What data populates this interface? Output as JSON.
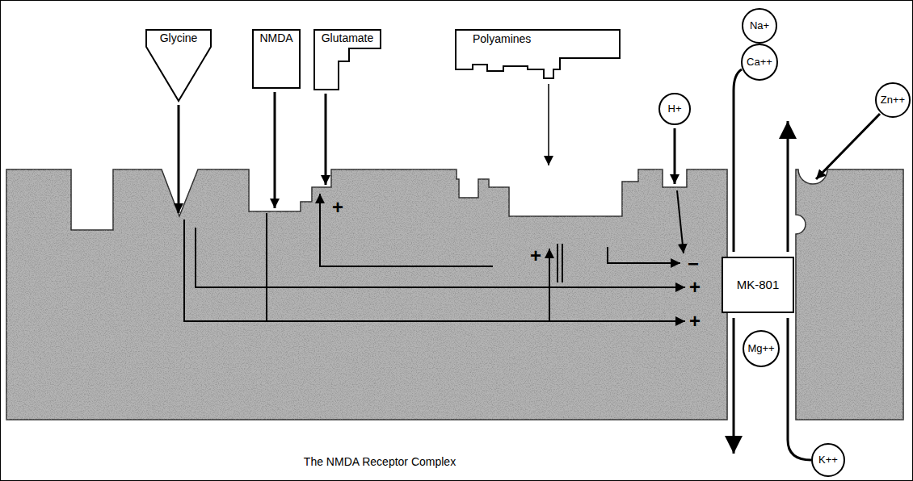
{
  "diagram": {
    "caption": "The NMDA Receptor Complex",
    "nodes": [
      {
        "text": [
          "Glycine"
        ]
      },
      {
        "text": [
          "NMDA"
        ]
      },
      {
        "text": [
          "Glutamate"
        ]
      },
      {
        "text": [
          "Polyamines"
        ]
      },
      {
        "text": [
          "H+"
        ]
      },
      {
        "text": [
          "Na+"
        ]
      },
      {
        "text": [
          "Ca++"
        ]
      },
      {
        "text": [
          "Zn++"
        ]
      },
      {
        "text": [
          "MK-801"
        ]
      },
      {
        "text": [
          "Mg++"
        ]
      },
      {
        "text": [
          "K++"
        ]
      }
    ],
    "labels": [
      "+",
      "+",
      "−",
      "+",
      "+"
    ]
  }
}
